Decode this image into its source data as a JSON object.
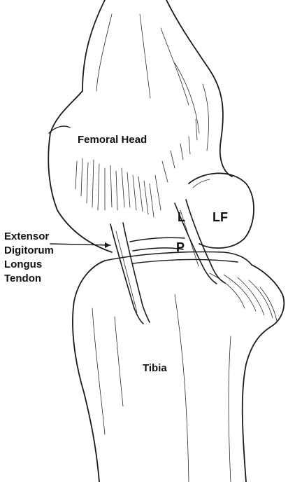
{
  "labels": {
    "femoral_head": "Femoral Head",
    "lf": "LF",
    "l": "L",
    "p": "P",
    "extensor_line1": "Extensor",
    "extensor_line2": "Digitorum",
    "extensor_line3": "Longus",
    "extensor_line4": "Tendon",
    "tibia": "Tibia"
  },
  "colors": {
    "ink": "#1a1a1a",
    "background": "#ffffff"
  }
}
